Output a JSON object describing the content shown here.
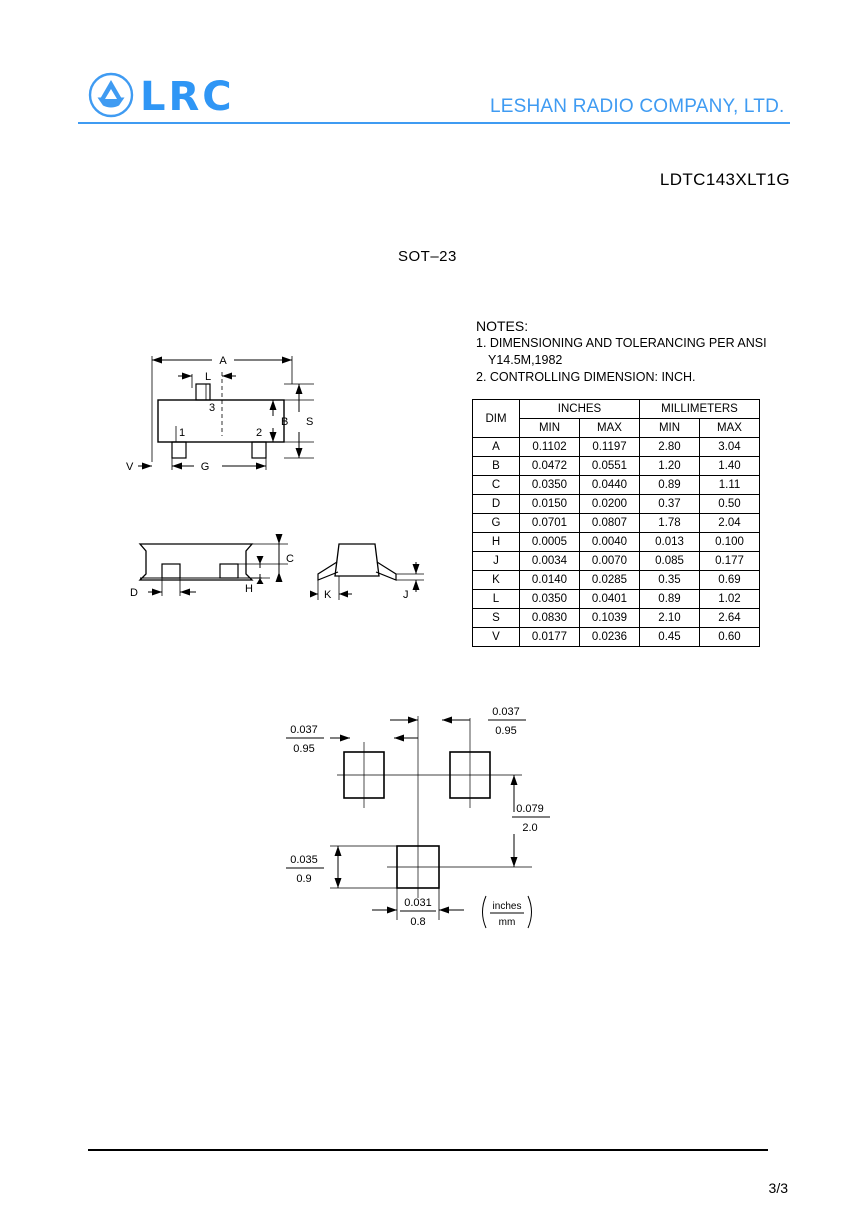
{
  "header": {
    "logo_text": "LRC",
    "logo_icon": "lrc-circle-logo",
    "company_name": "LESHAN RADIO COMPANY, LTD.",
    "accent_color": "#3f9bf2"
  },
  "part_number": "LDTC143XLT1G",
  "package_title": "SOT–23",
  "notes": {
    "heading": "NOTES:",
    "items": [
      "1. DIMENSIONING AND TOLERANCING PER ANSI",
      "Y14.5M,1982",
      "2. CONTROLLING DIMENSION: INCH."
    ]
  },
  "dim_table": {
    "col_dim": "DIM",
    "group_inches": "INCHES",
    "group_millimeters": "MILLIMETERS",
    "sub_min": "MIN",
    "sub_max": "MAX",
    "rows": [
      {
        "dim": "A",
        "in_min": "0.1102",
        "in_max": "0.1197",
        "mm_min": "2.80",
        "mm_max": "3.04"
      },
      {
        "dim": "B",
        "in_min": "0.0472",
        "in_max": "0.0551",
        "mm_min": "1.20",
        "mm_max": "1.40"
      },
      {
        "dim": "C",
        "in_min": "0.0350",
        "in_max": "0.0440",
        "mm_min": "0.89",
        "mm_max": "1.11"
      },
      {
        "dim": "D",
        "in_min": "0.0150",
        "in_max": "0.0200",
        "mm_min": "0.37",
        "mm_max": "0.50"
      },
      {
        "dim": "G",
        "in_min": "0.0701",
        "in_max": "0.0807",
        "mm_min": "1.78",
        "mm_max": "2.04"
      },
      {
        "dim": "H",
        "in_min": "0.0005",
        "in_max": "0.0040",
        "mm_min": "0.013",
        "mm_max": "0.100"
      },
      {
        "dim": "J",
        "in_min": "0.0034",
        "in_max": "0.0070",
        "mm_min": "0.085",
        "mm_max": "0.177"
      },
      {
        "dim": "K",
        "in_min": "0.0140",
        "in_max": "0.0285",
        "mm_min": "0.35",
        "mm_max": "0.69"
      },
      {
        "dim": "L",
        "in_min": "0.0350",
        "in_max": "0.0401",
        "mm_min": "0.89",
        "mm_max": "1.02"
      },
      {
        "dim": "S",
        "in_min": "0.0830",
        "in_max": "0.1039",
        "mm_min": "2.10",
        "mm_max": "2.64"
      },
      {
        "dim": "V",
        "in_min": "0.0177",
        "in_max": "0.0236",
        "mm_min": "0.45",
        "mm_max": "0.60"
      }
    ]
  },
  "top_view": {
    "name": "package-top-view",
    "dim_a": "A",
    "dim_l": "L",
    "dim_b": "B",
    "dim_s": "S",
    "dim_v": "V",
    "dim_g": "G",
    "pin_1": "1",
    "pin_2": "2",
    "pin_3": "3"
  },
  "side_view": {
    "name": "package-side-view",
    "dim_c": "C",
    "dim_d": "D",
    "dim_h": "H"
  },
  "end_view": {
    "name": "package-end-view",
    "dim_k": "K",
    "dim_j": "J"
  },
  "land_pattern": {
    "name": "recommended-land-pattern",
    "pad_width_in": "0.037",
    "pad_width_mm": "0.95",
    "pad_width2_in": "0.037",
    "pad_width2_mm": "0.95",
    "vertical_pitch_in": "0.079",
    "vertical_pitch_mm": "2.0",
    "pad_height_in": "0.035",
    "pad_height_mm": "0.9",
    "pad_bottom_in": "0.031",
    "pad_bottom_mm": "0.8",
    "units_top": "inches",
    "units_bottom": "mm"
  },
  "footer": {
    "page_number": "3/3"
  }
}
